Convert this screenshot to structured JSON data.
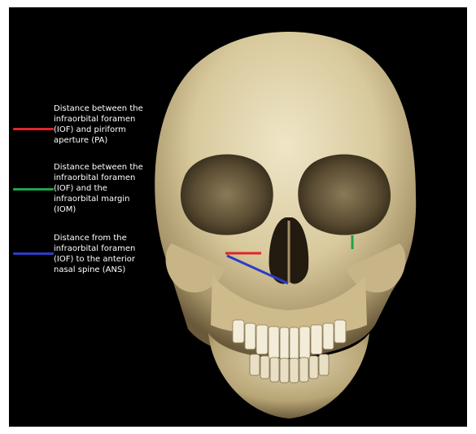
{
  "legend": [
    {
      "label": "Distance between the\ninfraorbital foramen\n(IOF) and piriform\naperture (PA)",
      "color": "#e0242a"
    },
    {
      "label": "Distance between the\ninfraorbital foramen\n(IOF) and the\ninfraorbital margin\n(IOM)",
      "color": "#1fa34a"
    },
    {
      "label": "Distance from the\ninfraorbital foramen\n(IOF) to the anterior\nnasal spine (ANS)",
      "color": "#2b3cc8"
    }
  ],
  "measurements": {
    "iof_pa_color": "#e0242a",
    "iof_iom_color": "#1fa34a",
    "iof_ans_color": "#2b3cc8"
  }
}
